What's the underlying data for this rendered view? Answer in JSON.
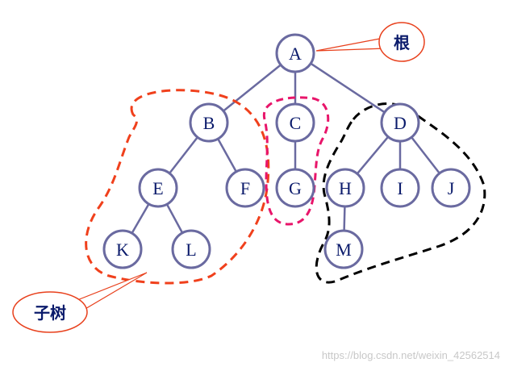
{
  "nodes": [
    {
      "id": "A",
      "label": "A"
    },
    {
      "id": "B",
      "label": "B"
    },
    {
      "id": "C",
      "label": "C"
    },
    {
      "id": "D",
      "label": "D"
    },
    {
      "id": "E",
      "label": "E"
    },
    {
      "id": "F",
      "label": "F"
    },
    {
      "id": "G",
      "label": "G"
    },
    {
      "id": "H",
      "label": "H"
    },
    {
      "id": "I",
      "label": "I"
    },
    {
      "id": "J",
      "label": "J"
    },
    {
      "id": "K",
      "label": "K"
    },
    {
      "id": "L",
      "label": "L"
    },
    {
      "id": "M",
      "label": "M"
    }
  ],
  "edges": [
    [
      "A",
      "B"
    ],
    [
      "A",
      "C"
    ],
    [
      "A",
      "D"
    ],
    [
      "B",
      "E"
    ],
    [
      "B",
      "F"
    ],
    [
      "C",
      "G"
    ],
    [
      "D",
      "H"
    ],
    [
      "D",
      "I"
    ],
    [
      "D",
      "J"
    ],
    [
      "E",
      "K"
    ],
    [
      "E",
      "L"
    ],
    [
      "H",
      "M"
    ]
  ],
  "callouts": {
    "root_label": "根",
    "subtree_label": "子树"
  },
  "colors": {
    "node_stroke": "#6a6aa0",
    "edge": "#6a6aa0",
    "text": "#0a1a6b",
    "callout_stroke": "#e8401c",
    "subtree_b": "#f0401c",
    "subtree_c": "#e8156a",
    "subtree_d": "#000000"
  },
  "watermark": "https://blog.csdn.net/weixin_42562514"
}
